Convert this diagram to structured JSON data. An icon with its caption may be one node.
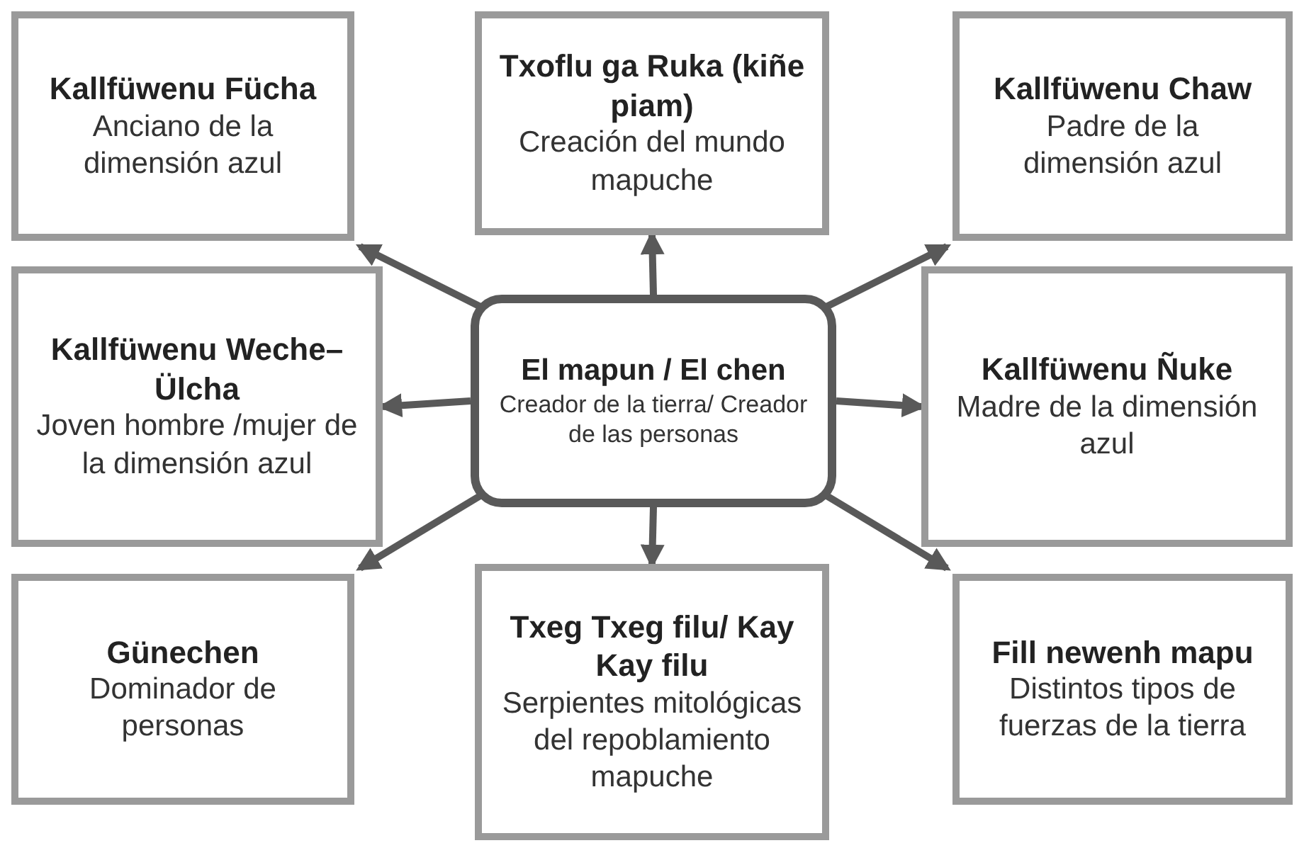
{
  "diagram": {
    "nodes": [
      {
        "text": [
          "Kallfüwenu Fücha",
          "Anciano de la dimensión azul"
        ]
      },
      {
        "text": [
          "Txoflu ga Ruka (kiñe piam)",
          "Creación del mundo mapuche"
        ]
      },
      {
        "text": [
          "Kallfüwenu Chaw",
          "Padre de la dimensión azul"
        ]
      },
      {
        "text": [
          "Kallfüwenu Weche– Ülcha",
          "Joven hombre /mujer de la dimensión azul"
        ]
      },
      {
        "text": [
          "El mapun / El chen",
          "Creador de la tierra/ Creador de las personas"
        ]
      },
      {
        "text": [
          "Kallfüwenu Ñuke",
          "Madre de la dimensión azul"
        ]
      },
      {
        "text": [
          "Günechen",
          "Dominador de personas"
        ]
      },
      {
        "text": [
          "Txeg Txeg filu/ Kay Kay filu",
          "Serpientes mitológicas del repoblamiento mapuche"
        ]
      },
      {
        "text": [
          "Fill newenh mapu",
          "Distintos tipos de fuerzas de la tierra"
        ]
      }
    ],
    "edges": [
      {
        "from": 4,
        "to": 0,
        "arrow": "to"
      },
      {
        "from": 4,
        "to": 1,
        "arrow": "to"
      },
      {
        "from": 4,
        "to": 2,
        "arrow": "to"
      },
      {
        "from": 4,
        "to": 3,
        "arrow": "to"
      },
      {
        "from": 4,
        "to": 5,
        "arrow": "to"
      },
      {
        "from": 4,
        "to": 6,
        "arrow": "to"
      },
      {
        "from": 4,
        "to": 7,
        "arrow": "to"
      },
      {
        "from": 4,
        "to": 8,
        "arrow": "to"
      }
    ]
  }
}
